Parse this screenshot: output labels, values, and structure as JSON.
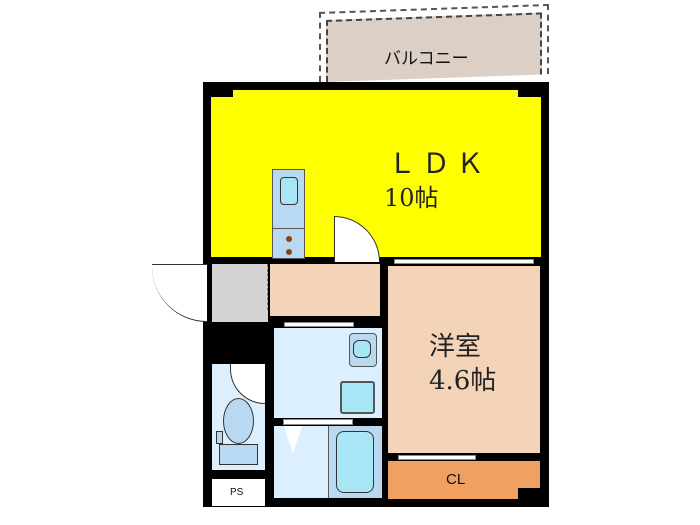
{
  "floorplan": {
    "balcony": {
      "label": "バルコニー",
      "color": "#dcd0c6"
    },
    "ldk": {
      "name": "ＬＤＫ",
      "size": "10帖",
      "color": "#ffff00"
    },
    "western_room": {
      "name": "洋室",
      "size": "4.6帖",
      "color": "#f3d4b8"
    },
    "closet": {
      "label": "CL",
      "color": "#f0a060"
    },
    "pipe_space": {
      "label": "PS"
    },
    "colors": {
      "wall": "#000000",
      "wet_area": "#dcefff",
      "fixture": "#a8e6f5",
      "entrance": "#d4d4d4",
      "hall": "#f3d4b8"
    }
  }
}
